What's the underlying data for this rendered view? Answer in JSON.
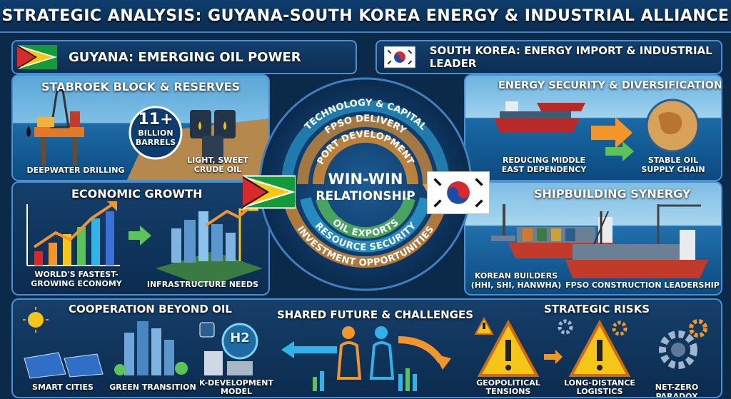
{
  "title": "STRATEGIC ANALYSIS: GUYANA-SOUTH KOREA ENERGY & INDUSTRIAL ALLIANCE",
  "guyana": {
    "header": "GUYANA: EMERGING OIL POWER",
    "stabroek": {
      "title": "STABROEK BLOCK & RESERVES",
      "badge_value": "11+",
      "badge_unit_1": "BILLION",
      "badge_unit_2": "BARRELS",
      "caption_left": "DEEPWATER DRILLING",
      "caption_right_1": "LIGHT, SWEET",
      "caption_right_2": "CRUDE OIL"
    },
    "growth": {
      "title": "ECONOMIC GROWTH",
      "caption_left_1": "WORLD'S FASTEST-",
      "caption_left_2": "GROWING ECONOMY",
      "caption_right": "INFRASTRUCTURE NEEDS"
    }
  },
  "korea": {
    "header": "SOUTH KOREA: ENERGY IMPORT & INDUSTRIAL LEADER",
    "energy": {
      "title": "ENERGY SECURITY & DIVERSIFICATION",
      "caption_left_1": "REDUCING MIDDLE",
      "caption_left_2": "EAST DEPENDENCY",
      "caption_right_1": "STABLE OIL",
      "caption_right_2": "SUPPLY CHAIN"
    },
    "ship": {
      "title": "SHIPBUILDING SYNERGY",
      "caption_left_1": "KOREAN BUILDERS",
      "caption_left_2": "(HHI, SHI, HANWHA)",
      "caption_right": "FPSO CONSTRUCTION LEADERSHIP"
    }
  },
  "center": {
    "title_1": "WIN-WIN",
    "title_2": "RELATIONSHIP",
    "top_labels": [
      "TECHNOLOGY & CAPITAL",
      "FPSO DELIVERY",
      "PORT DEVELOPMENT"
    ],
    "bottom_labels": [
      "OIL EXPORTS",
      "RESOURCE SECURITY",
      "INVESTMENT OPPORTUNITIES"
    ]
  },
  "bottom": {
    "coop": {
      "title": "COOPERATION BEYOND OIL",
      "captions": [
        "SMART CITIES",
        "GREEN TRANSITION",
        "K-DEVELOPMENT",
        "MODEL"
      ],
      "h2_label": "H2"
    },
    "future": {
      "title": "SHARED FUTURE & CHALLENGES"
    },
    "risks": {
      "title": "STRATEGIC RISKS",
      "captions": [
        "GEOPOLITICAL",
        "TENSIONS",
        "LONG-DISTANCE",
        "LOGISTICS",
        "NET-ZERO PARADOX"
      ]
    }
  },
  "colors": {
    "navy": "#0b2a4a",
    "frame": "#4b8fd0",
    "orange": "#f2962b",
    "cyan": "#2fb3e8",
    "green": "#5cc35a",
    "yellow": "#f5c518",
    "red": "#d82a2a"
  }
}
